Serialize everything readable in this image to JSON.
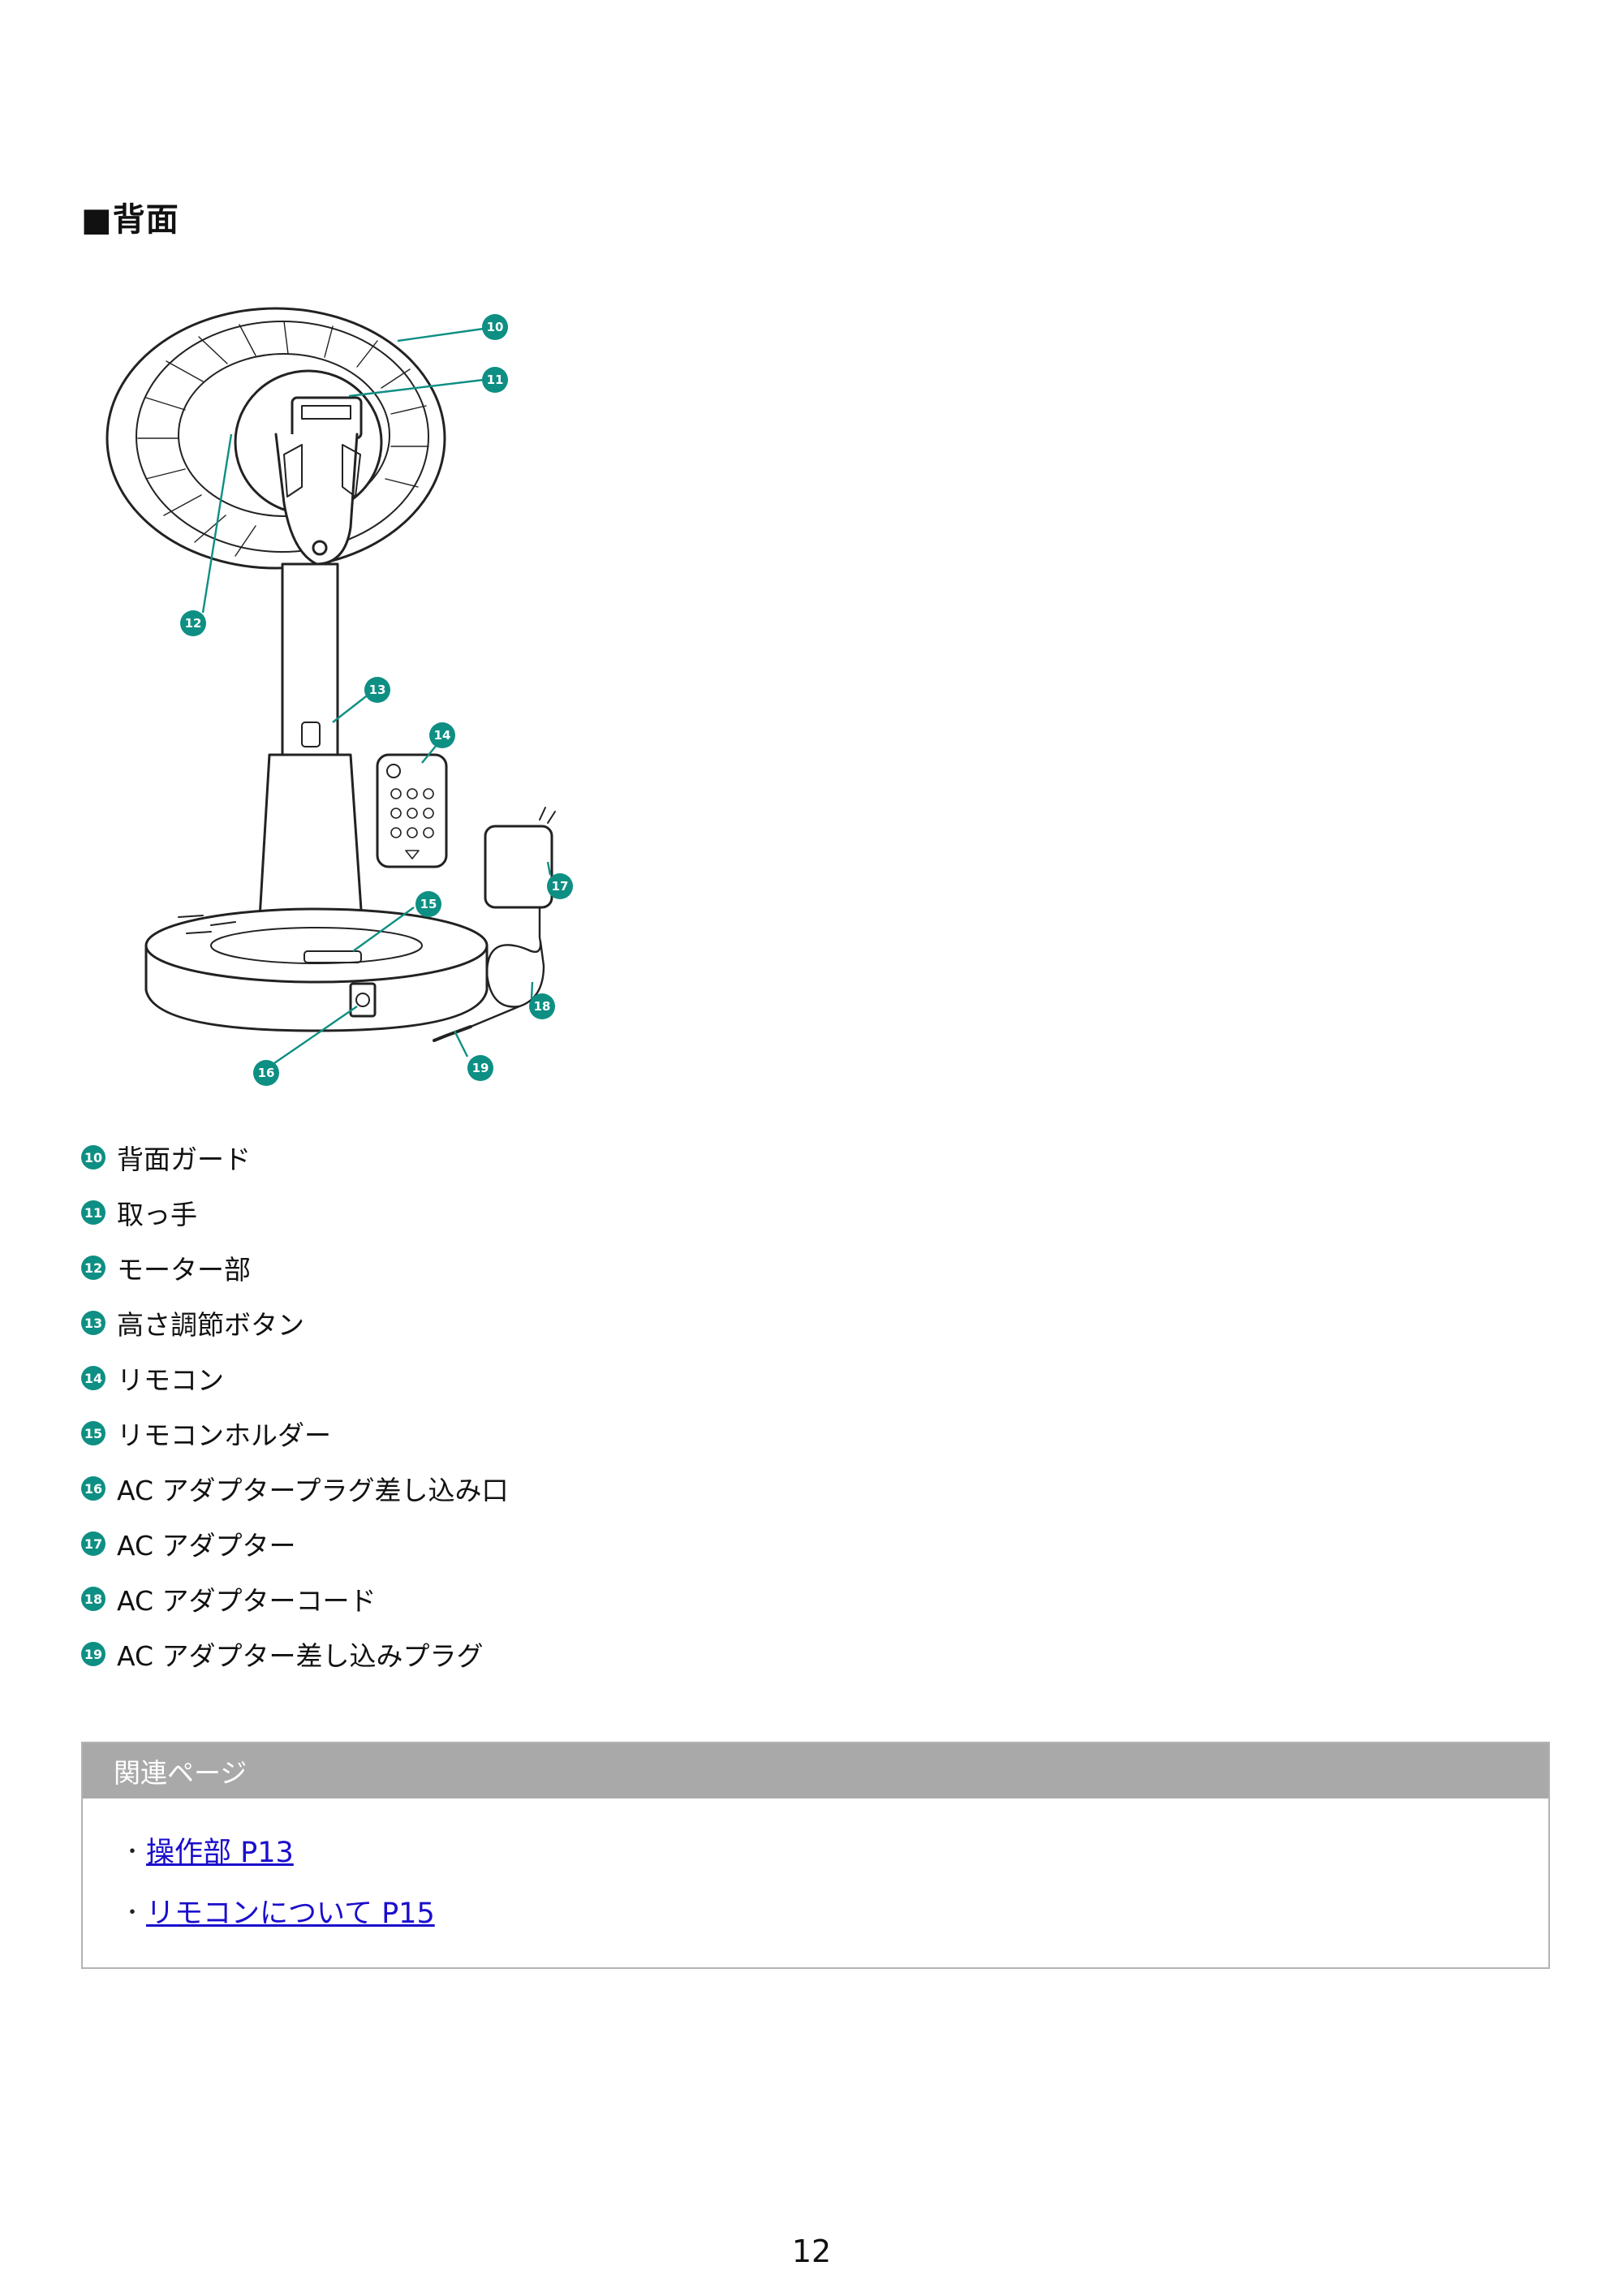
{
  "heading": "■背面",
  "parts": [
    {
      "num": "10",
      "label": "背面ガード"
    },
    {
      "num": "11",
      "label": "取っ手"
    },
    {
      "num": "12",
      "label": "モーター部"
    },
    {
      "num": "13",
      "label": "高さ調節ボタン"
    },
    {
      "num": "14",
      "label": "リモコン"
    },
    {
      "num": "15",
      "label": "リモコンホルダー"
    },
    {
      "num": "16",
      "label": "AC アダプタープラグ差し込み口"
    },
    {
      "num": "17",
      "label": "AC アダプター"
    },
    {
      "num": "18",
      "label": "AC アダプターコード"
    },
    {
      "num": "19",
      "label": "AC アダプター差し込みプラグ"
    }
  ],
  "related": {
    "title": "関連ページ",
    "links": [
      {
        "label": "操作部 P13"
      },
      {
        "label": "リモコンについて P15"
      }
    ]
  },
  "page_number": "12",
  "colors": {
    "badge": "#0e8f83",
    "link": "#1a0dcc",
    "related_header": "#a9a9a9"
  }
}
